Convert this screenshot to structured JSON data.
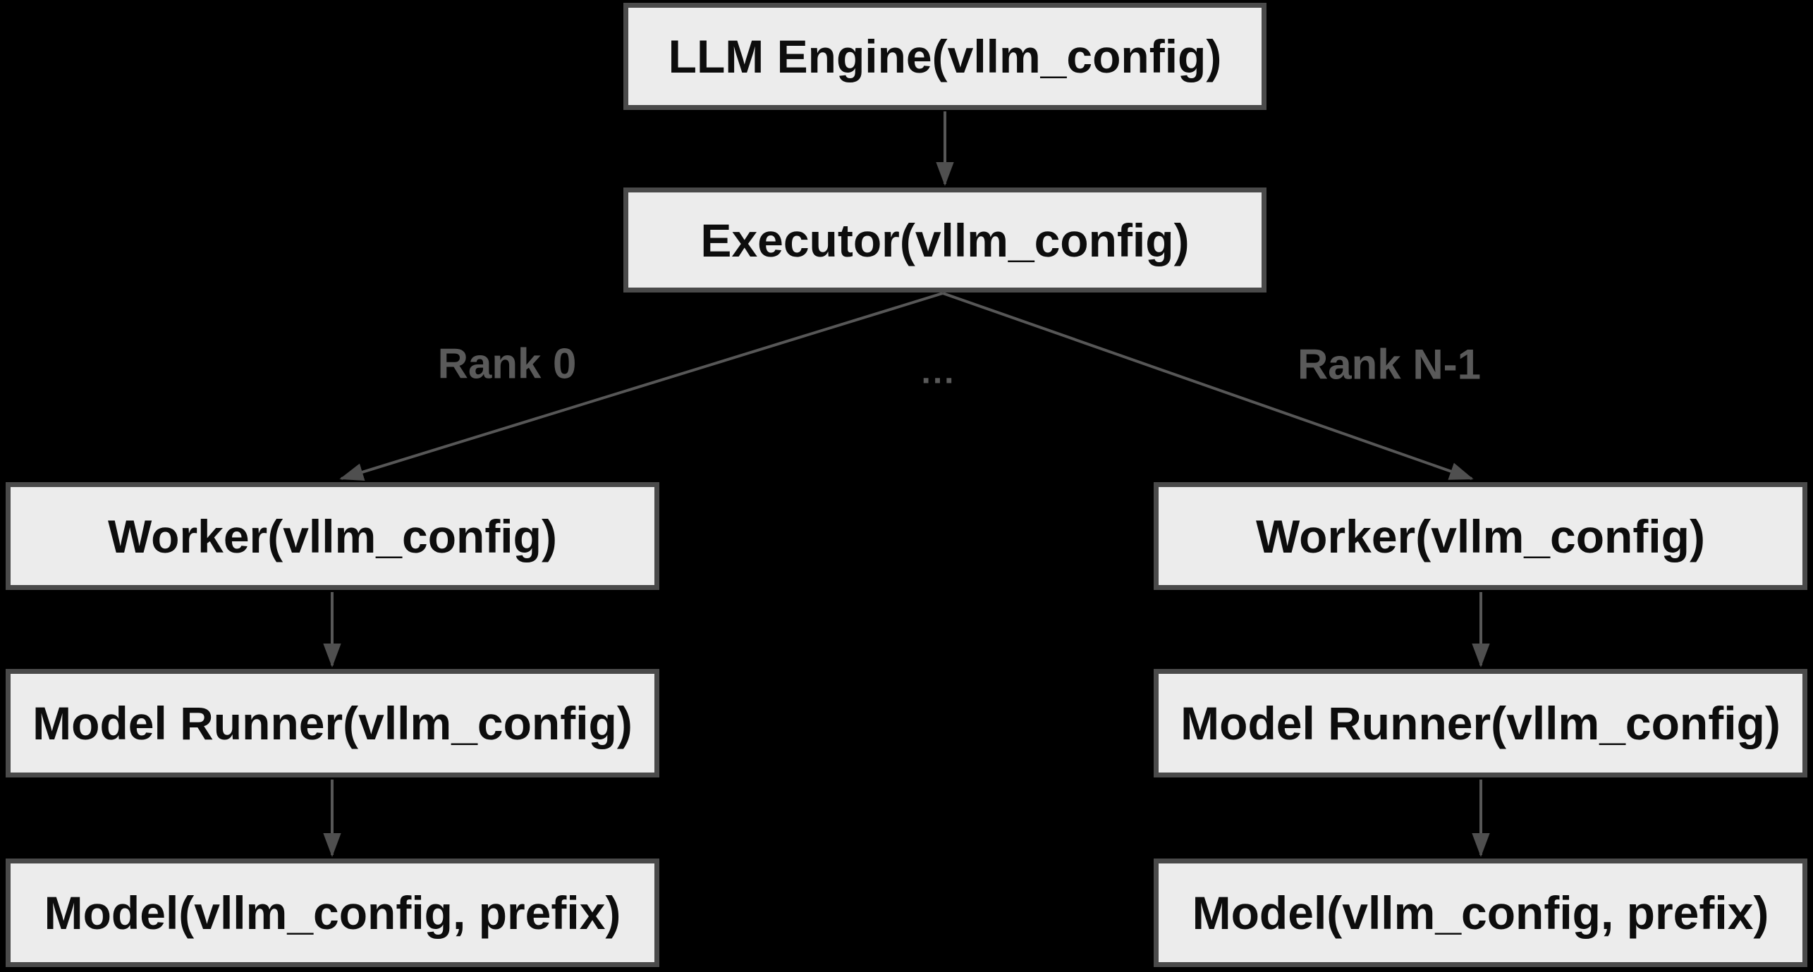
{
  "diagram": {
    "nodes": {
      "llm_engine": {
        "label": "LLM Engine(vllm_config)"
      },
      "executor": {
        "label": "Executor(vllm_config)"
      },
      "worker_left": {
        "label": "Worker(vllm_config)"
      },
      "model_runner_left": {
        "label": "Model Runner(vllm_config)"
      },
      "model_left": {
        "label": "Model(vllm_config, prefix)"
      },
      "worker_right": {
        "label": "Worker(vllm_config)"
      },
      "model_runner_right": {
        "label": "Model Runner(vllm_config)"
      },
      "model_right": {
        "label": "Model(vllm_config, prefix)"
      }
    },
    "edge_labels": {
      "rank_0": "Rank 0",
      "ellipsis": "...",
      "rank_n_1": "Rank N-1"
    },
    "colors": {
      "background": "#000000",
      "node_fill": "#ececec",
      "node_border": "#4a4a4a",
      "node_text": "#0d0d0d",
      "edge": "#575757",
      "arrowhead": "#4f4f4f",
      "edge_label": "#5a5a5a"
    }
  }
}
